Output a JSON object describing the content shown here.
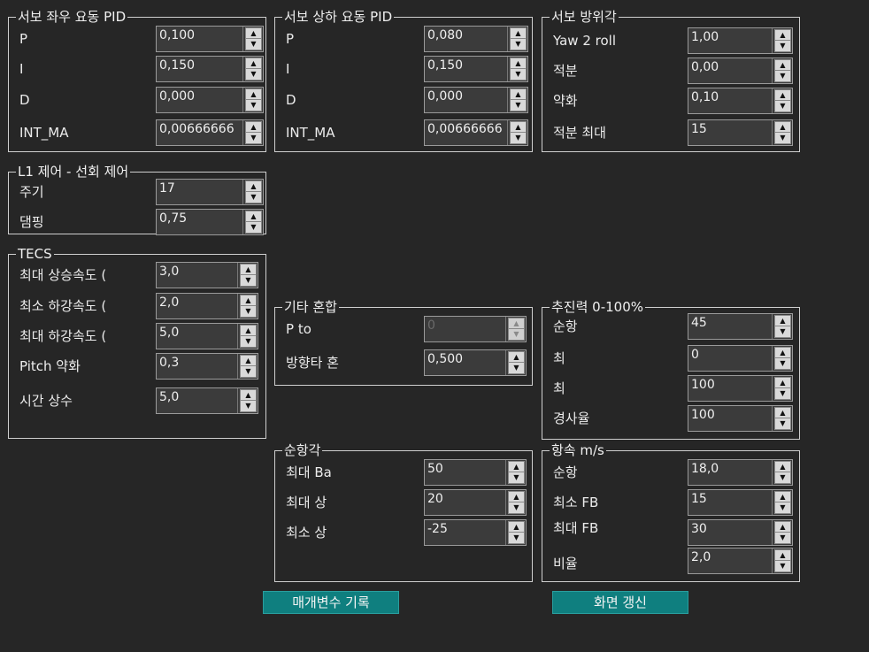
{
  "groups": {
    "servo_roll": {
      "title": "서보 좌우 요동 PID",
      "fields": [
        {
          "label": "P",
          "value": "0,100"
        },
        {
          "label": "I",
          "value": "0,150"
        },
        {
          "label": "D",
          "value": "0,000"
        },
        {
          "label": "INT_MA",
          "value": "0,00666666"
        }
      ]
    },
    "servo_pitch": {
      "title": "서보 상하 요동 PID",
      "fields": [
        {
          "label": "P",
          "value": "0,080"
        },
        {
          "label": "I",
          "value": "0,150"
        },
        {
          "label": "D",
          "value": "0,000"
        },
        {
          "label": "INT_MA",
          "value": "0,00666666"
        }
      ]
    },
    "servo_yaw": {
      "title": "서보 방위각",
      "fields": [
        {
          "label": "Yaw 2 roll",
          "value": "1,00"
        },
        {
          "label": "적분",
          "value": "0,00"
        },
        {
          "label": "약화",
          "value": "0,10"
        },
        {
          "label": "적분 최대",
          "value": "15"
        }
      ]
    },
    "l1": {
      "title": "L1 제어 - 선회 제어",
      "fields": [
        {
          "label": "주기",
          "value": "17"
        },
        {
          "label": "댐핑",
          "value": "0,75"
        }
      ]
    },
    "tecs": {
      "title": "TECS",
      "fields": [
        {
          "label": "최대 상승속도 (",
          "value": "3,0"
        },
        {
          "label": "최소 하강속도 (",
          "value": "2,0"
        },
        {
          "label": "최대 하강속도 (",
          "value": "5,0"
        },
        {
          "label": "Pitch 약화",
          "value": "0,3"
        },
        {
          "label": "시간 상수",
          "value": "5,0"
        }
      ]
    },
    "misc": {
      "title": "기타 혼합",
      "fields": [
        {
          "label": "P to",
          "value": "0"
        },
        {
          "label": "방향타 혼",
          "value": "0,500"
        }
      ]
    },
    "throttle": {
      "title": "추진력 0-100%",
      "fields": [
        {
          "label": "순항",
          "value": "45"
        },
        {
          "label": "최",
          "value": "0"
        },
        {
          "label": "최",
          "value": "100"
        },
        {
          "label": "경사율",
          "value": "100"
        }
      ]
    },
    "nav_angles": {
      "title": "순항각",
      "fields": [
        {
          "label": "최대 Ba",
          "value": "50"
        },
        {
          "label": "최대 상",
          "value": "20"
        },
        {
          "label": "최소 상",
          "value": "-25"
        }
      ]
    },
    "airspeed": {
      "title": "항속 m/s",
      "fields": [
        {
          "label": "순항",
          "value": "18,0"
        },
        {
          "label": "최소 FB",
          "value": "15"
        },
        {
          "label": "최대 FB",
          "value": "30"
        },
        {
          "label": "비율",
          "value": "2,0"
        }
      ]
    }
  },
  "buttons": {
    "write_params": "매개변수 기록",
    "refresh_screen": "화면 갱신"
  },
  "icons": {
    "spin_up": "▲",
    "spin_down": "▼"
  }
}
